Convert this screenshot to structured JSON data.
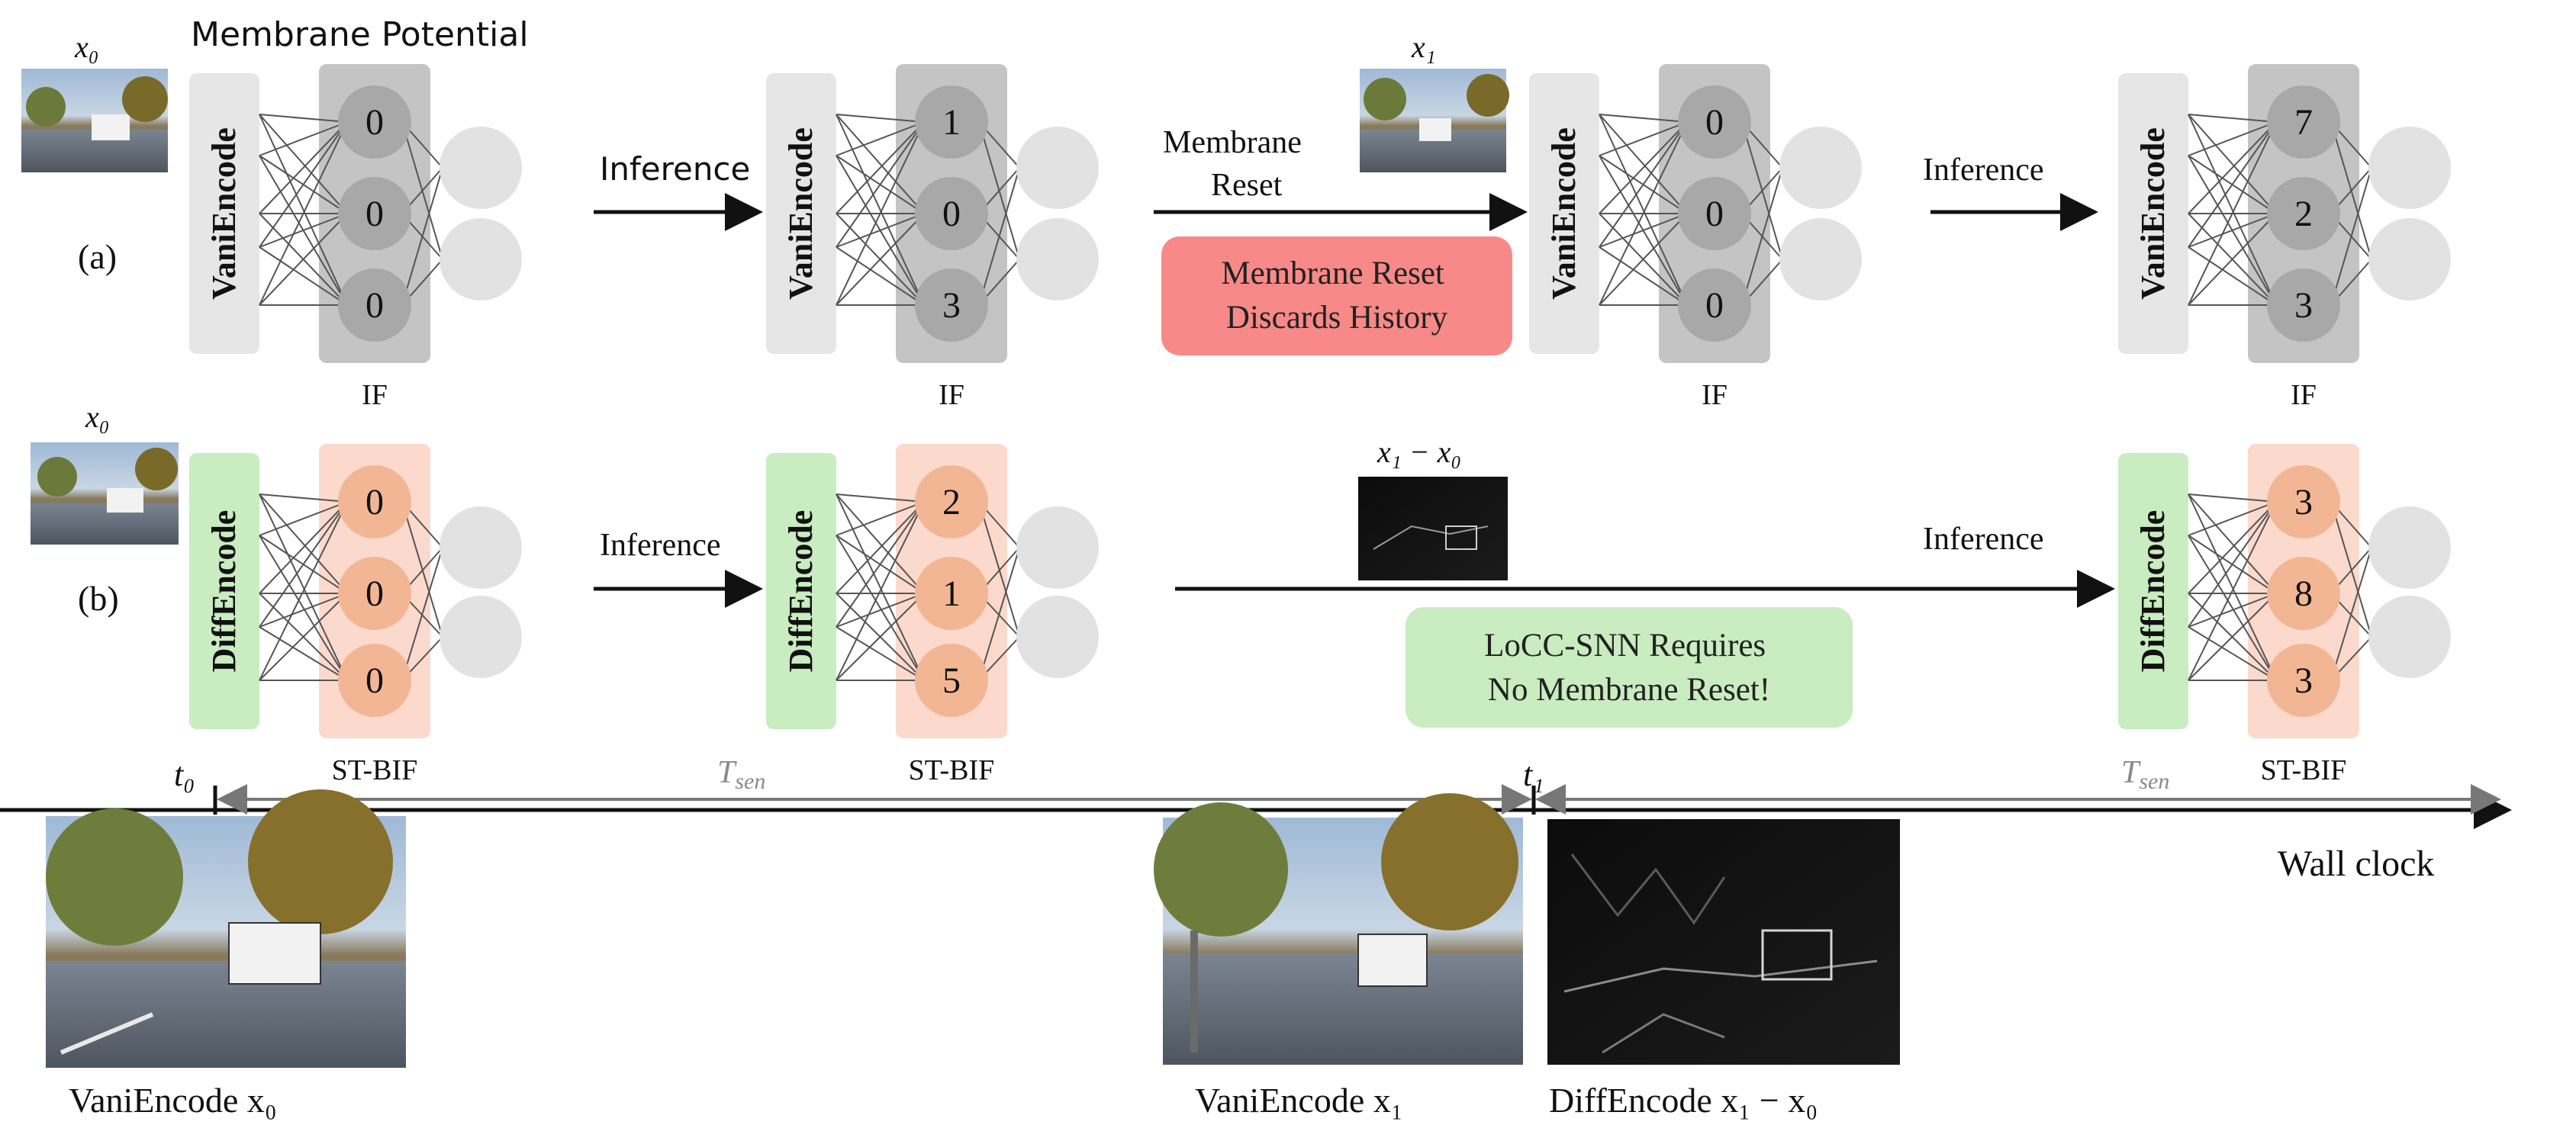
{
  "colors": {
    "vani_encoder_bg": "#e6e6e6",
    "diff_encoder_bg": "#c9ecc0",
    "if_panel_bg": "#c4c4c4",
    "if_neuron": "#a8a8a8",
    "stbif_panel_bg": "#fbdacd",
    "stbif_neuron": "#f3b694",
    "output_neuron": "#e2e2e2",
    "edge": "#555555",
    "arrow": "#111111",
    "tsen_gray": "#8a8a8a",
    "reset_box": "#f78a88",
    "locc_box": "#c9ecc0"
  },
  "row_labels": {
    "a": "(a)",
    "b": "(b)"
  },
  "top_label": "Membrane Potential",
  "encoders": {
    "vani": "VaniEncode",
    "diff": "DiffEncode"
  },
  "layers": {
    "if": "IF",
    "stbif": "ST-BIF"
  },
  "row_a": {
    "input_label_0": "x₀",
    "input_label_1": "x₁",
    "blocks": [
      {
        "neurons": [
          "0",
          "0",
          "0"
        ]
      },
      {
        "neurons": [
          "1",
          "0",
          "3"
        ]
      },
      {
        "neurons": [
          "0",
          "0",
          "0"
        ]
      },
      {
        "neurons": [
          "7",
          "2",
          "3"
        ]
      }
    ],
    "arrow_labels": {
      "inference_1": "Inference",
      "membrane_reset": "Membrane\nReset",
      "inference_2": "Inference"
    },
    "callout": "Membrane Reset\nDiscards History"
  },
  "row_b": {
    "input_label_0": "x₀",
    "diff_label": "x₁ − x₀",
    "blocks": [
      {
        "neurons": [
          "0",
          "0",
          "0"
        ]
      },
      {
        "neurons": [
          "2",
          "1",
          "5"
        ]
      },
      {
        "neurons": [
          "3",
          "8",
          "3"
        ]
      }
    ],
    "arrow_labels": {
      "inference_1": "Inference",
      "inference_2": "Inference"
    },
    "callout": "LoCC-SNN Requires\nNo Membrane Reset!"
  },
  "timeline": {
    "t0": "t₀",
    "t1": "t₁",
    "tsen": "T",
    "tsen_sub": "sen",
    "wall_clock": "Wall clock"
  },
  "captions": {
    "left": "VaniEncode x₀",
    "mid": "VaniEncode x₁",
    "right": "DiffEncode x₁ − x₀"
  }
}
